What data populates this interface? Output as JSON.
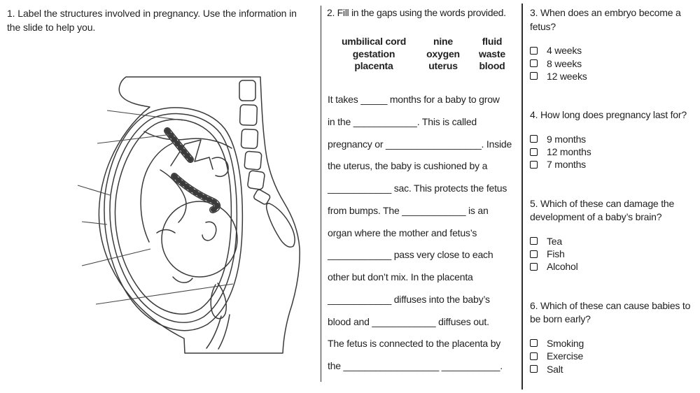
{
  "page": {
    "background": "#ffffff",
    "ink": "#1f1f1f",
    "line_color": "#3a3a3a"
  },
  "left": {
    "title": "1. Label the structures involved in pregnancy. Use the information in\nthe slide to help you.",
    "diagram": {
      "description": "Unlabelled line drawing: sagittal cross-section of a pregnant body with fetus head-down in the uterus, placenta, umbilical cord, amniotic sac, spine and cervix",
      "label_line_count": 6
    }
  },
  "middle": {
    "title": "2. Fill in the gaps using the words provided.",
    "word_bank": [
      "umbilical cord",
      "nine",
      "fluid",
      "gestation",
      "oxygen",
      "waste",
      "placenta",
      "uterus",
      "blood"
    ],
    "fill_lines": [
      "It takes _____ months for a baby to grow",
      "in the ____________. This is called",
      "pregnancy or __________________. Inside",
      "the uterus, the baby is cushioned by a",
      "____________ sac. This protects the fetus",
      "from bumps. The ____________ is an",
      "organ where the mother and fetus’s",
      "____________ pass very close to each",
      "other but don’t mix. In the placenta",
      "____________ diffuses into the baby’s",
      "blood and ____________ diffuses out.",
      "The fetus is connected to the placenta by",
      "the __________________ ___________."
    ]
  },
  "right": {
    "questions": [
      {
        "title": "3. When does an embryo become a\nfetus?",
        "options": [
          "4 weeks",
          "8 weeks",
          "12 weeks"
        ]
      },
      {
        "title": "4. How long does pregnancy last for?",
        "options": [
          "9 months",
          "12 months",
          "7 months"
        ]
      },
      {
        "title": "5. Which of these can damage the\ndevelopment of a baby’s brain?",
        "options": [
          "Tea",
          "Fish",
          "Alcohol"
        ]
      },
      {
        "title": "6. Which of these can cause babies to\nbe born early?",
        "options": [
          "Smoking",
          "Exercise",
          "Salt"
        ]
      }
    ]
  }
}
